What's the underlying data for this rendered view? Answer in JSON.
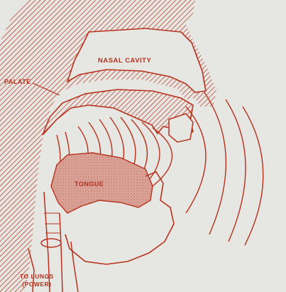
{
  "diagram": {
    "ink_color": "#b8311d",
    "paper_color": "#e6e6e2",
    "flesh_color": "#d9a79c",
    "labels": {
      "nasal_cavity": "NASAL CAVITY",
      "palate": "PALATE",
      "tongue": "TONGUE",
      "to_lungs": "TO LUNGS",
      "power": "(POWER)"
    }
  }
}
